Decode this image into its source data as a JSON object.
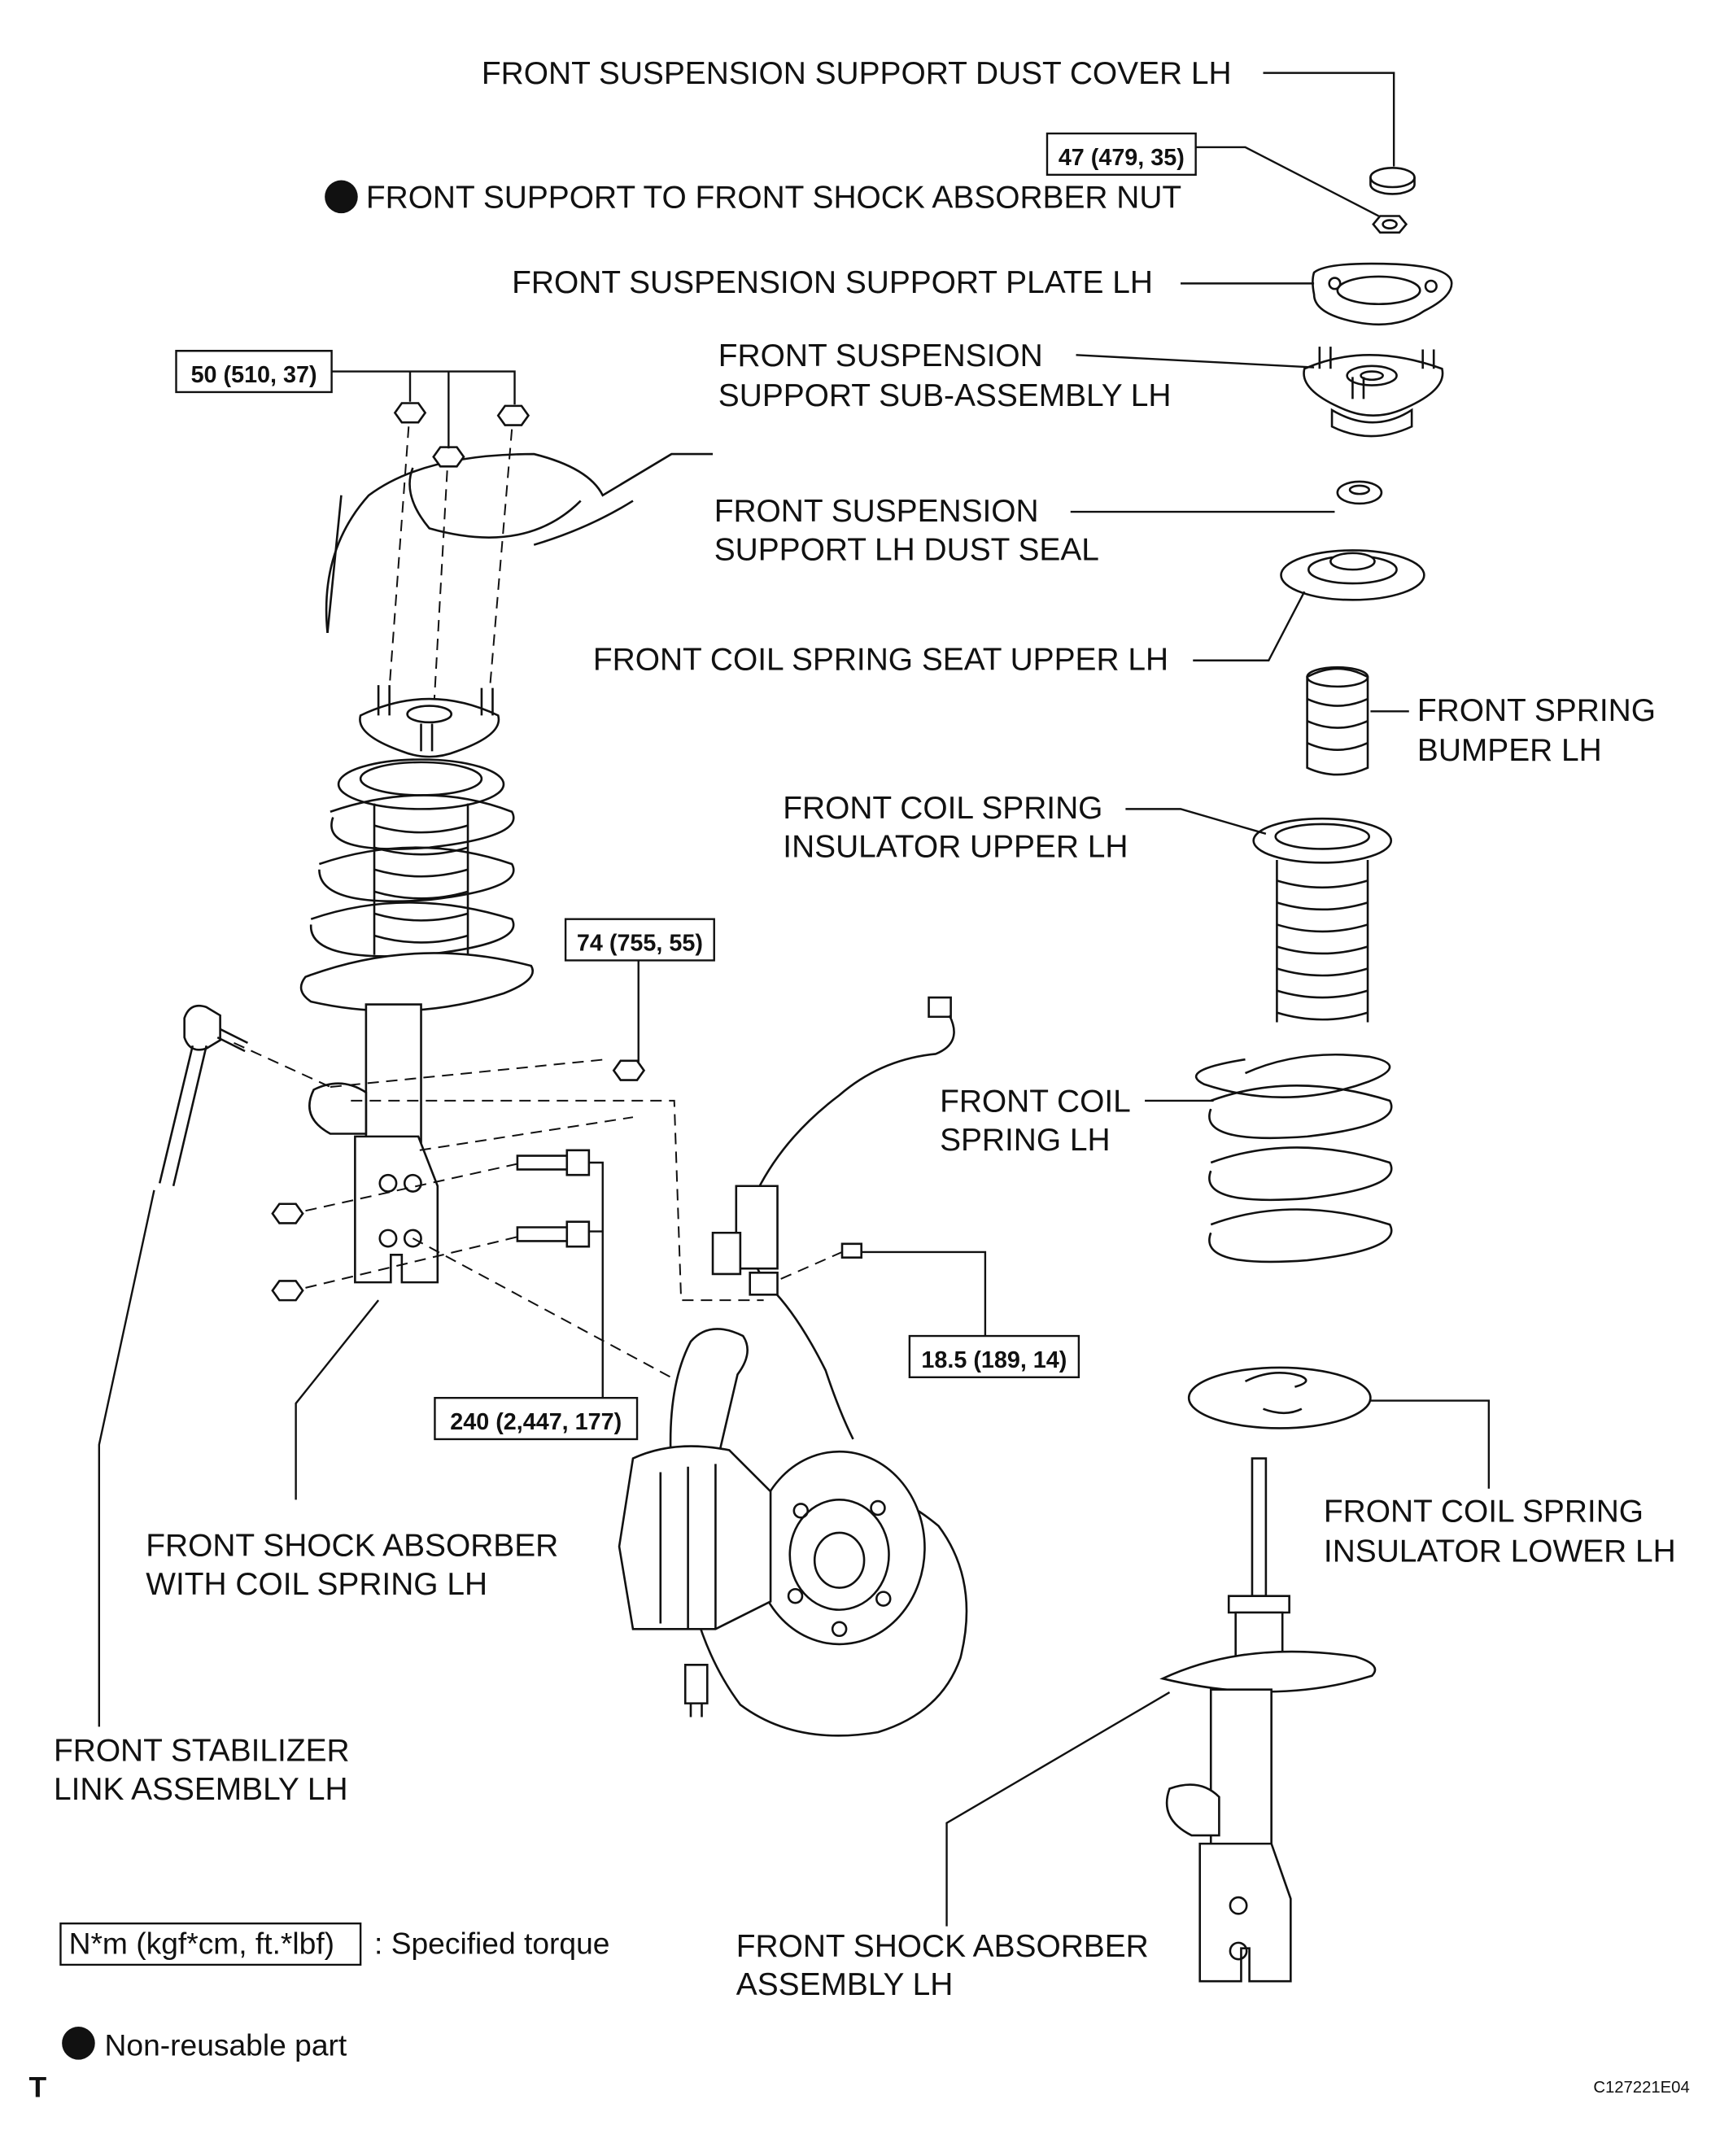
{
  "labels": {
    "dust_cover": "FRONT SUSPENSION SUPPORT DUST COVER LH",
    "nut": "FRONT SUPPORT TO FRONT SHOCK ABSORBER NUT",
    "plate": "FRONT SUSPENSION SUPPORT PLATE LH",
    "support_sub_1": "FRONT SUSPENSION",
    "support_sub_2": "SUPPORT SUB-ASSEMBLY LH",
    "dust_seal_1": "FRONT SUSPENSION",
    "dust_seal_2": "SUPPORT LH DUST SEAL",
    "seat_upper": "FRONT COIL SPRING SEAT UPPER LH",
    "bumper_1": "FRONT SPRING",
    "bumper_2": "BUMPER LH",
    "insulator_upper_1": "FRONT COIL SPRING",
    "insulator_upper_2": "INSULATOR UPPER LH",
    "coil_spring_1": "FRONT COIL",
    "coil_spring_2": "SPRING LH",
    "insulator_lower_1": "FRONT COIL SPRING",
    "insulator_lower_2": "INSULATOR LOWER LH",
    "shock_coil_1": "FRONT SHOCK ABSORBER",
    "shock_coil_2": "WITH COIL SPRING LH",
    "stabilizer_1": "FRONT STABILIZER",
    "stabilizer_2": "LINK ASSEMBLY LH",
    "shock_assy_1": "FRONT SHOCK ABSORBER",
    "shock_assy_2": "ASSEMBLY LH"
  },
  "torques": {
    "t47": "47 (479, 35)",
    "t50": "50 (510, 37)",
    "t74": "74 (755, 55)",
    "t185": "18.5 (189, 14)",
    "t240": "240 (2,447, 177)"
  },
  "legend": {
    "torque_unit": "N*m (kgf*cm, ft.*lbf)",
    "torque_text": ": Specified torque",
    "nonreusable_text": "Non-reusable part"
  },
  "footer": {
    "corner": "T",
    "code": "C127221E04"
  }
}
